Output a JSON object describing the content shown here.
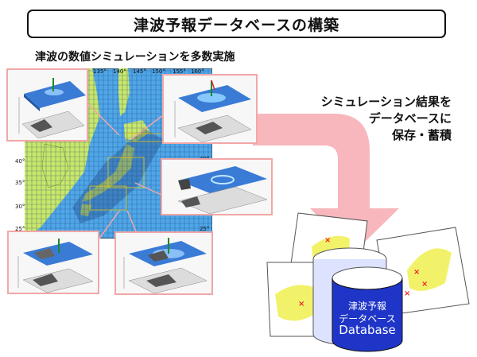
{
  "title": "津波予報データベースの構築",
  "subtitle": "津波の数値シミュレーションを多数実施",
  "callout": {
    "line1": "シミュレーション結果を",
    "line2": "データベースに",
    "line3": "保存・蓄積"
  },
  "map": {
    "lon_ticks": [
      "135°",
      "140°",
      "145°",
      "150°",
      "155°",
      "160°"
    ],
    "lat_ticks": [
      "40°",
      "35°",
      "30°",
      "25°"
    ],
    "lat_ticks_right": [
      "40°",
      "25°"
    ]
  },
  "database": {
    "label_line1": "津波予報",
    "label_line2": "データベース",
    "label_line3": "Database"
  },
  "colors": {
    "sea": "#4fa7e8",
    "land": "#c9e86a",
    "arrow": "#f7b3b8",
    "panel_border": "#f2a7a7",
    "db_body": "#1f35c8"
  }
}
